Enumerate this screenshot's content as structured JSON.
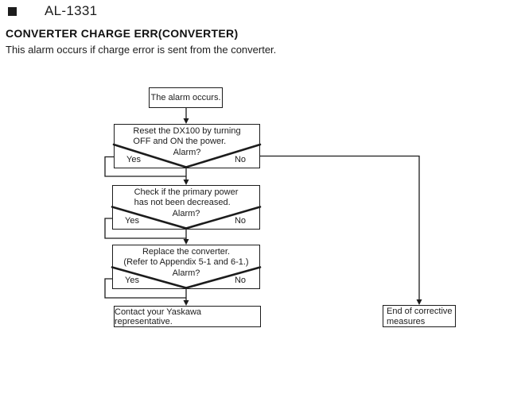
{
  "page": {
    "alarm_code": "AL-1331",
    "title": "CONVERTER CHARGE ERR(CONVERTER)",
    "description": "This alarm occurs if charge error is sent from the converter."
  },
  "flowchart": {
    "start": "The alarm occurs.",
    "steps": [
      {
        "line1": "Reset the DX100 by turning",
        "line2": "OFF and ON the power.",
        "question": "Alarm?",
        "yes": "Yes",
        "no": "No"
      },
      {
        "line1": "Check if the primary power",
        "line2": "has not been decreased.",
        "question": "Alarm?",
        "yes": "Yes",
        "no": "No"
      },
      {
        "line1": "Replace the converter.",
        "line2": "(Refer to Appendix 5-1 and 6-1.)",
        "question": "Alarm?",
        "yes": "Yes",
        "no": "No"
      }
    ],
    "contact": "Contact your Yaskawa representative.",
    "end": {
      "line1": "End of corrective",
      "line2": "measures"
    }
  },
  "colors": {
    "text": "#1c1c1c",
    "line": "#1c1c1c",
    "background": "#ffffff"
  }
}
